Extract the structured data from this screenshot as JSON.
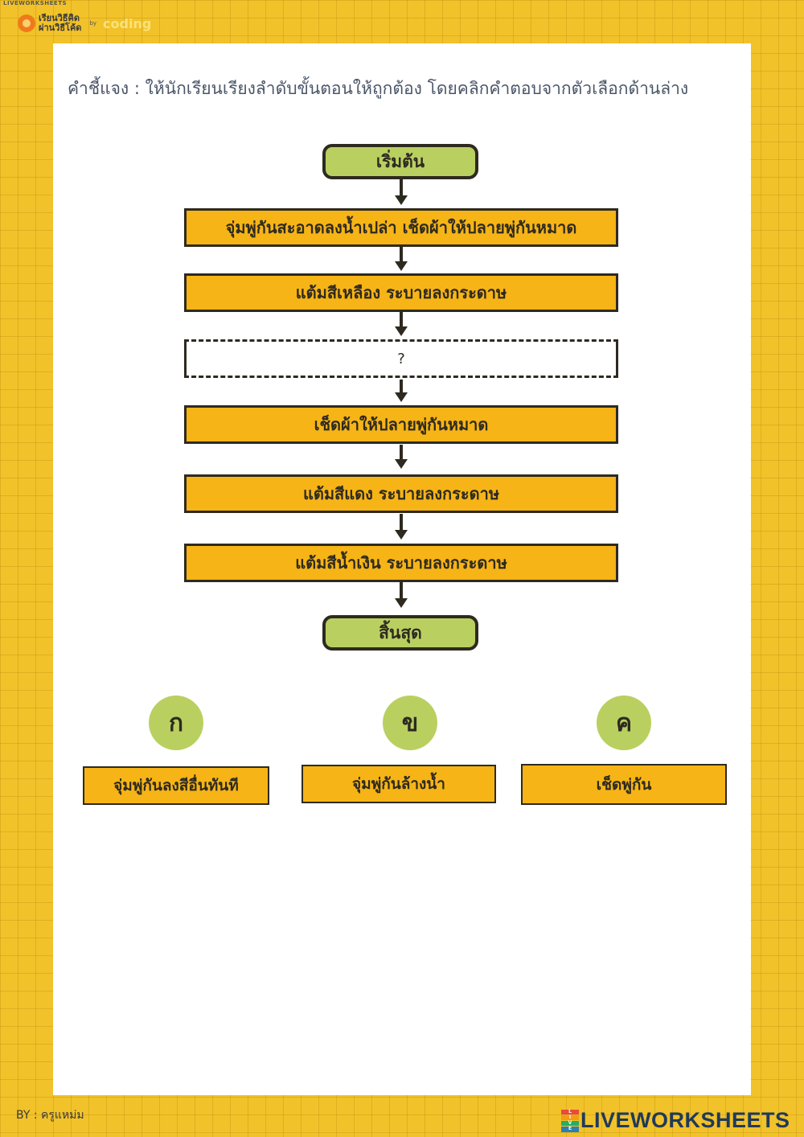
{
  "header": {
    "top_mark": "LIVEWORKSHEETS",
    "logo_line1": "เรียนวิธีคิด",
    "logo_line2": "ผ่านวิธีโค้ด",
    "logo_by": "by",
    "logo_brand": "coding"
  },
  "instruction": "คำชี้แจง : ให้นักเรียนเรียงลำดับขั้นตอนให้ถูกต้อง โดยคลิกคำตอบจากตัวเลือกด้านล่าง",
  "flowchart": {
    "start": "เริ่มต้น",
    "steps": [
      "จุ่มพู่กันสะอาดลงน้ำเปล่า เช็ดผ้าให้ปลายพู่กันหมาด",
      "แต้มสีเหลือง ระบายลงกระดาษ"
    ],
    "blank": "?",
    "steps_after": [
      "เช็ดผ้าให้ปลายพู่กันหมาด",
      "แต้มสีแดง ระบายลงกระดาษ",
      "แต้มสีน้ำเงิน ระบายลงกระดาษ"
    ],
    "end": "สิ้นสุด"
  },
  "options": [
    {
      "letter": "ก",
      "text": "จุ่มพู่กันลงสีอื่นทันที"
    },
    {
      "letter": "ข",
      "text": "จุ่มพู่กันล้างน้ำ"
    },
    {
      "letter": "ค",
      "text": "เช็ดพู่กัน"
    }
  ],
  "footer": {
    "byline": "BY : ครูแหม่ม",
    "brand": "LIVEWORKSHEETS",
    "badge": [
      "L",
      "I",
      "V",
      "E"
    ]
  },
  "colors": {
    "background": "#f2c22a",
    "step_fill": "#f6b416",
    "terminal_fill": "#b9d060",
    "outline": "#2e2a20"
  }
}
